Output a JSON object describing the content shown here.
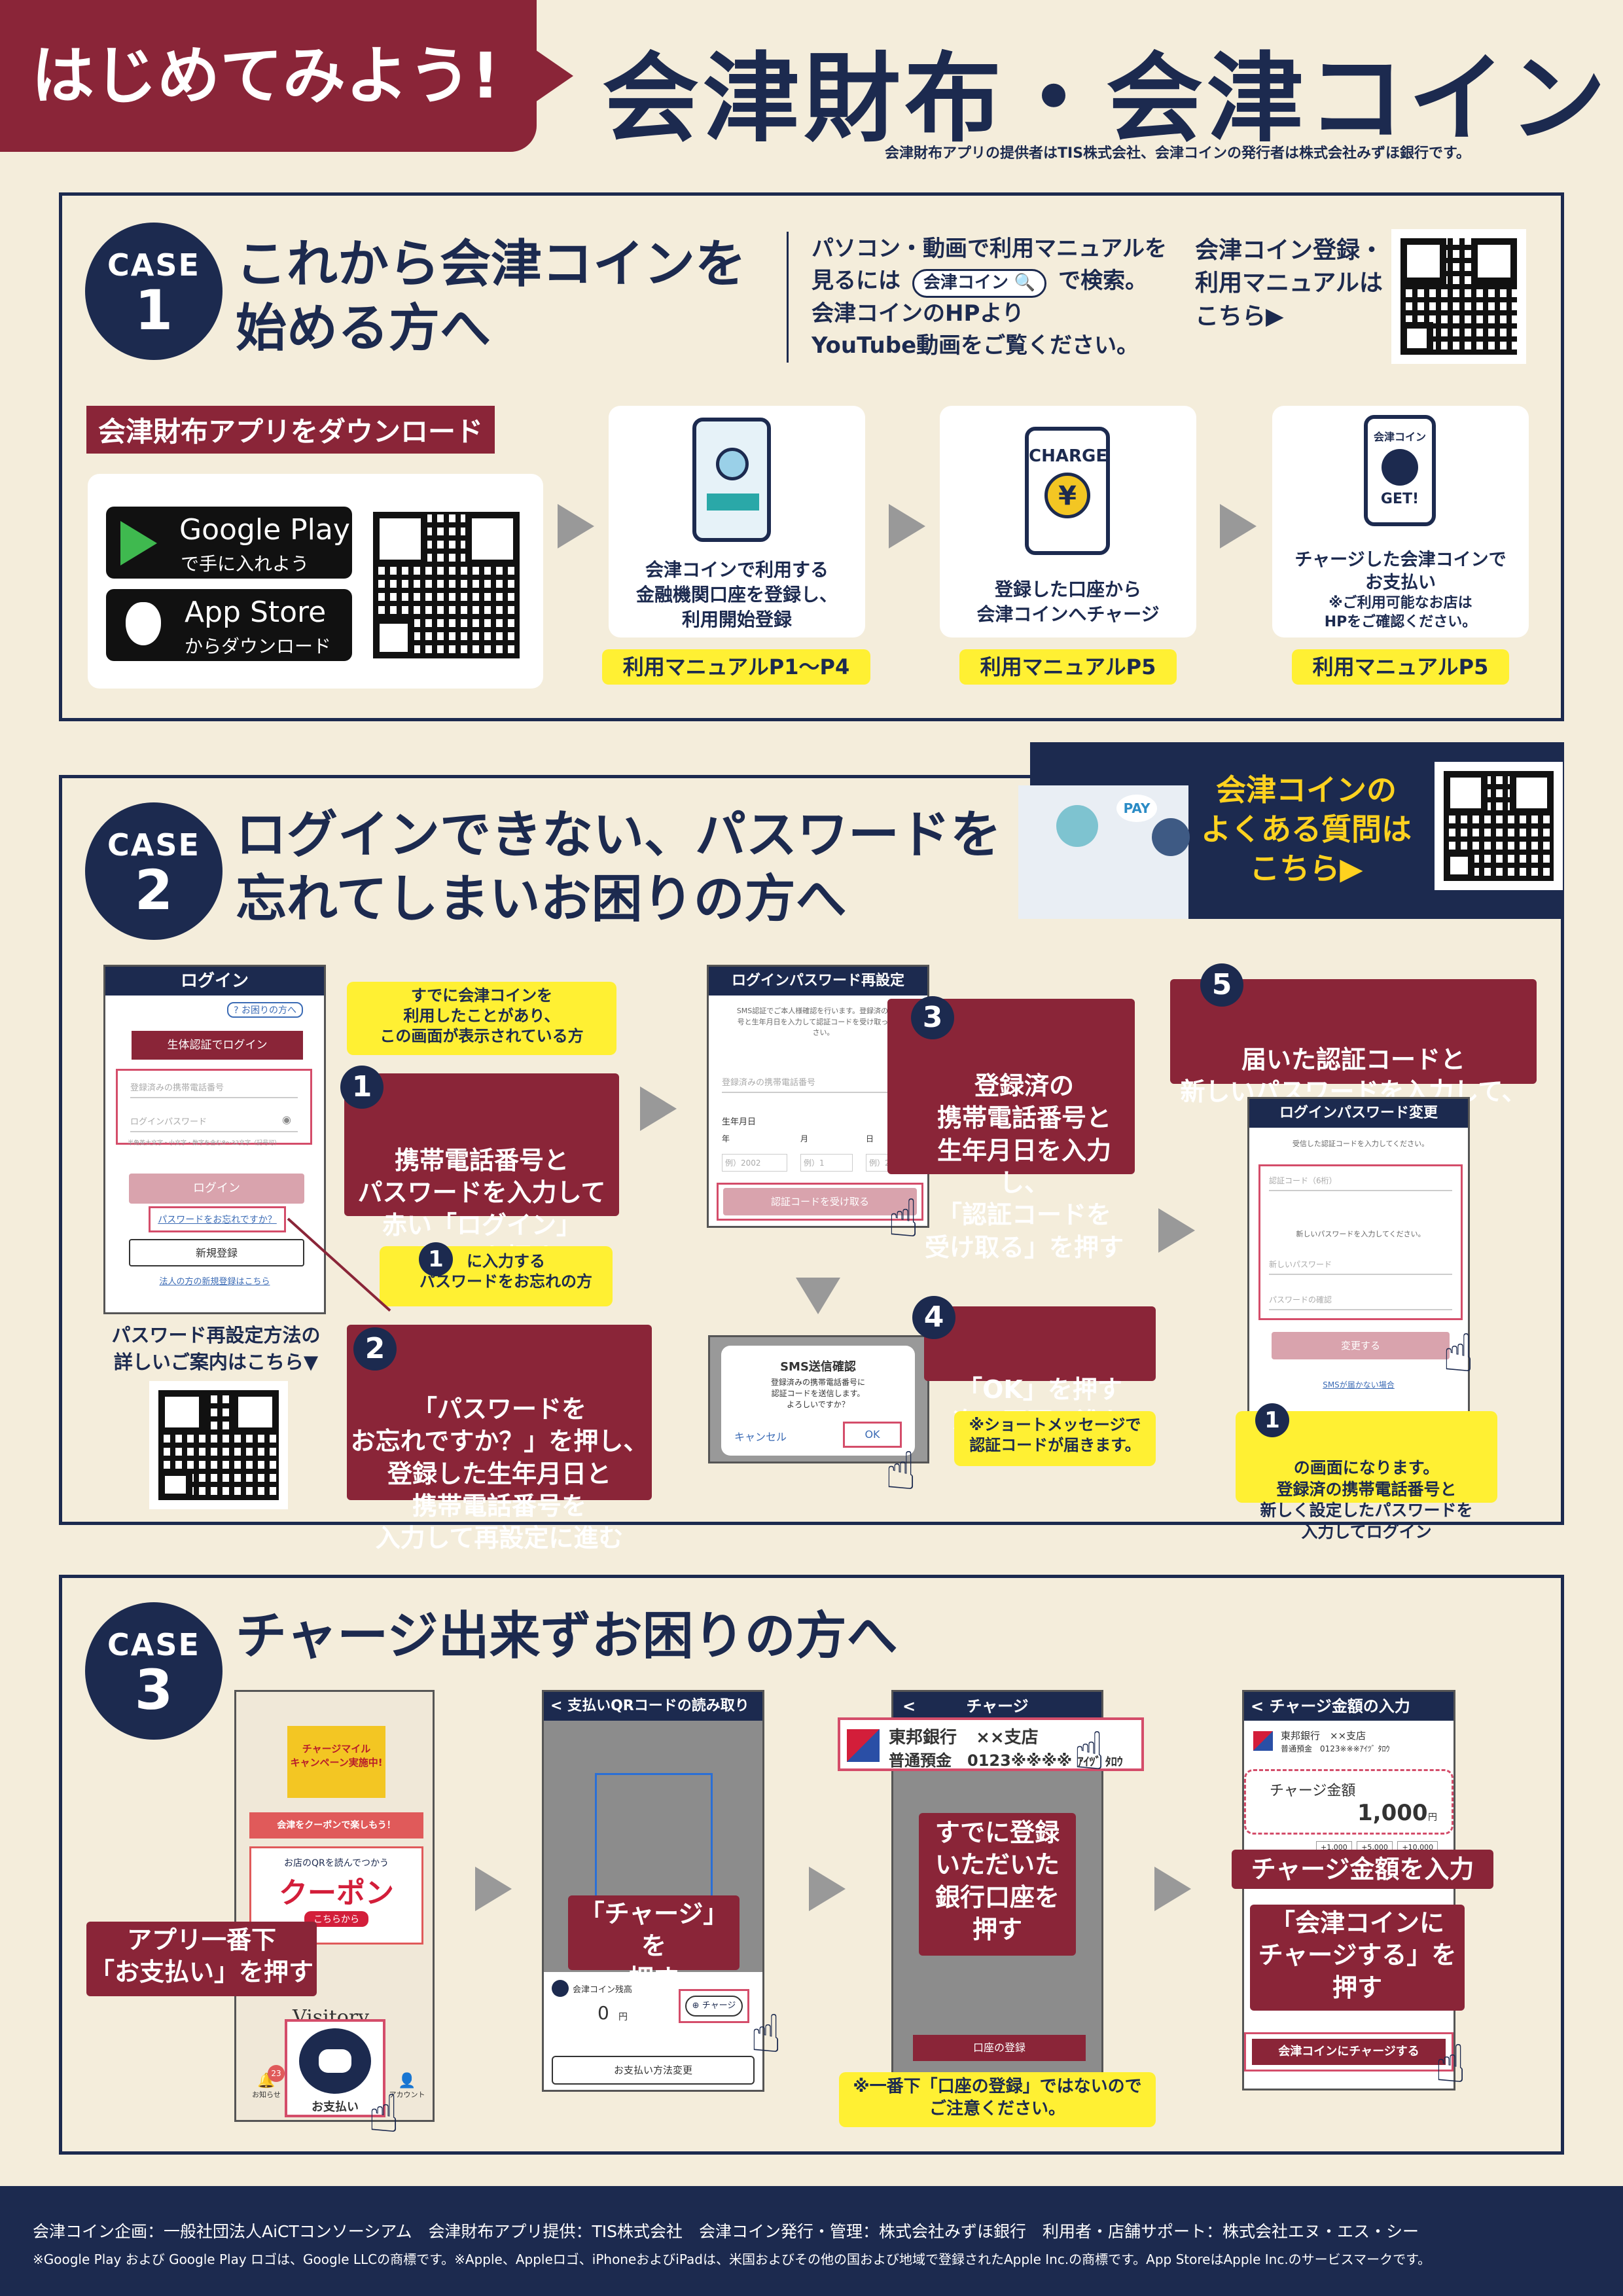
{
  "header": {
    "badge": "はじめてみよう!",
    "title": "会津財布・会津コイン",
    "subtitle": "会津財布アプリの提供者はTIS株式会社、会津コインの発行者は株式会社みずほ銀行です。"
  },
  "case1": {
    "label": "CASE",
    "number": "1",
    "title_line1": "これから会津コインを",
    "title_line2": "始める方へ",
    "info_line1": "パソコン・動画で利用マニュアルを",
    "info_line2a": "見るには",
    "info_search": "会津コイン",
    "info_line2b": "で検索。",
    "info_line3": "会津コインのHPより",
    "info_line4": "YouTube動画をご覧ください。",
    "qr_line1": "会津コイン登録・",
    "qr_line2": "利用マニュアルは",
    "qr_line3": "こちら▶",
    "download_label": "会津財布アプリをダウンロード",
    "google_play_line1": "Google Play",
    "google_play_line2": "で手に入れよう",
    "app_store_line1": "App Store",
    "app_store_line2": "からダウンロード",
    "steps": [
      {
        "text1": "会津コインで利用する",
        "text2": "金融機関口座を登録し、",
        "text3": "利用開始登録",
        "manual": "利用マニュアルP1〜P4"
      },
      {
        "icon_text": "CHARGE",
        "text1": "登録した口座から",
        "text2": "会津コインへチャージ",
        "manual": "利用マニュアルP5"
      },
      {
        "icon_top": "会津コイン",
        "icon_bottom": "GET!",
        "text1": "チャージした会津コインで",
        "text2": "お支払い",
        "note1": "※ご利用可能なお店は",
        "note2": "HPをご確認ください。",
        "manual": "利用マニュアルP5"
      }
    ]
  },
  "case2": {
    "label": "CASE",
    "number": "2",
    "title_line1": "ログインできない、パスワードを",
    "title_line2": "忘れてしまいお困りの方へ",
    "faq_line1": "会津コインの",
    "faq_line2": "よくある質問は",
    "faq_line3": "こちら▶",
    "pay_bubble": "PAY",
    "login_screen": {
      "header": "ログイン",
      "help": "お困りの方へ",
      "bio_button": "生体認証でログイン",
      "phone_placeholder": "登録済みの携帯電話番号",
      "password_placeholder": "ログインパスワード",
      "hint": "半角英大文字・小文字・数字を含む8〜32文字（記号可）",
      "login_button": "ログイン",
      "forgot_link": "パスワードをお忘れですか？",
      "new_button": "新規登録",
      "corp_link": "法人の方の新規登録はこちら"
    },
    "note_used": "すでに会津コインを\n利用したことがあり、\nこの画面が表示されている方",
    "step1": "携帯電話番号と\nパスワードを入力して\n赤い「ログイン」\nボタンを押す",
    "note_forgot_num": "1",
    "note_forgot": "に入力する\nパスワードをお忘れの方",
    "step2": "「パスワードを\nお忘れですか？」を押し、\n登録した生年月日と\n携帯電話番号を\n入力して再設定に進む",
    "reset_text1": "パスワード再設定方法の",
    "reset_text2": "詳しいご案内はこちら▼",
    "reset_screen": {
      "header": "ログインパスワード再設定",
      "desc": "SMS認証でご本人様確認を行います。登録済の電話番号と生年月日を入力して認証コードを受け取ってください。",
      "phone_placeholder": "登録済みの携帯電話番号",
      "birth_label": "生年月日",
      "year": "年",
      "month": "月",
      "day": "日",
      "year_ph": "例）2002",
      "month_ph": "例）1",
      "day_ph": "例）24",
      "button": "認証コードを受け取る"
    },
    "step3": "登録済の\n携帯電話番号と\n生年月日を入力し、\n「認証コードを\n受け取る」を押す",
    "sms_dialog": {
      "title": "SMS送信確認",
      "body": "登録済みの携帯電話番号に\n認証コードを送信します。\nよろしいですか？",
      "cancel": "キャンセル",
      "ok": "OK"
    },
    "step4": "「OK」を押す\n次の画面へ進む",
    "sms_note": "※ショートメッセージで\n認証コードが届きます。",
    "step5": "届いた認証コードと\n新しいパスワードを入力して、\n「変更する」を押す",
    "change_screen": {
      "header": "ログインパスワード変更",
      "desc": "受信した認証コードを入力してください。",
      "code_placeholder": "認証コード（6桁）",
      "new_desc": "新しいパスワードを入力してください。",
      "new_placeholder": "新しいパスワード",
      "confirm_placeholder": "パスワードの確認",
      "button": "変更する",
      "sms_link": "SMSが届かない場合"
    },
    "final_num": "1",
    "final_note": "の画面になります。\n登録済の携帯電話番号と\n新しく設定したパスワードを\n入力してログイン"
  },
  "case3": {
    "label": "CASE",
    "number": "3",
    "title": "チャージ出来ずお困りの方へ",
    "home_screen": {
      "banner": "チャージマイル\nキャンペーン実施中!",
      "coupon_header": "会津をクーポンで楽しもう！",
      "coupon_sub": "お店のQRを読んでつかう",
      "coupon_big": "クーポン",
      "coupon_btn": "こちらから",
      "visitory": "Visitory",
      "nav_news": "お知らせ",
      "nav_account": "アカウント",
      "nav_pay": "お支払い",
      "badge": "23"
    },
    "step_pay": "アプリ一番下\n「お支払い」を押す",
    "qr_screen": {
      "header": "支払いQRコードの読み取り",
      "coin_label": "会津コイン残高",
      "balance": "0",
      "unit": "円",
      "charge_btn": "チャージ",
      "change_btn": "お支払い方法変更"
    },
    "step_charge": "「チャージ」を\n押す",
    "charge_screen": {
      "header": "チャージ",
      "bank": "東邦銀行",
      "branch": "××支店",
      "account": "普通預金　0123※※※※",
      "holder": "ｱｲﾂﾞ ﾀﾛｳ",
      "register_btn": "口座の登録"
    },
    "step_bank": "すでに登録\nいただいた\n銀行口座を\n押す",
    "bank_note": "※一番下「口座の登録」ではないので\nご注意ください。",
    "amount_screen": {
      "header": "チャージ金額の入力",
      "bank": "東邦銀行　××支店",
      "account": "普通預金　0123※※※ｱｲﾂﾞ ﾀﾛｳ",
      "amount_label": "チャージ金額",
      "amount": "1,000",
      "unit": "円",
      "chips": [
        "+1,000",
        "+5,000",
        "+10,000"
      ],
      "submit": "会津コインにチャージする"
    },
    "step_amount": "チャージ金額を入力",
    "step_submit": "「会津コインに\nチャージする」を\n押す"
  },
  "footer": {
    "line1": "会津コイン企画：一般社団法人AiCTコンソーシアム　会津財布アプリ提供：TIS株式会社　会津コイン発行・管理：株式会社みずほ銀行　利用者・店舗サポート：株式会社エヌ・エス・シー",
    "line2": "※Google Play および Google Play ロゴは、Google LLCの商標です。※Apple、Appleロゴ、iPhoneおよびiPadは、米国およびその他の国および地域で登録されたApple Inc.の商標です。App StoreはApple Inc.のサービスマークです。"
  }
}
